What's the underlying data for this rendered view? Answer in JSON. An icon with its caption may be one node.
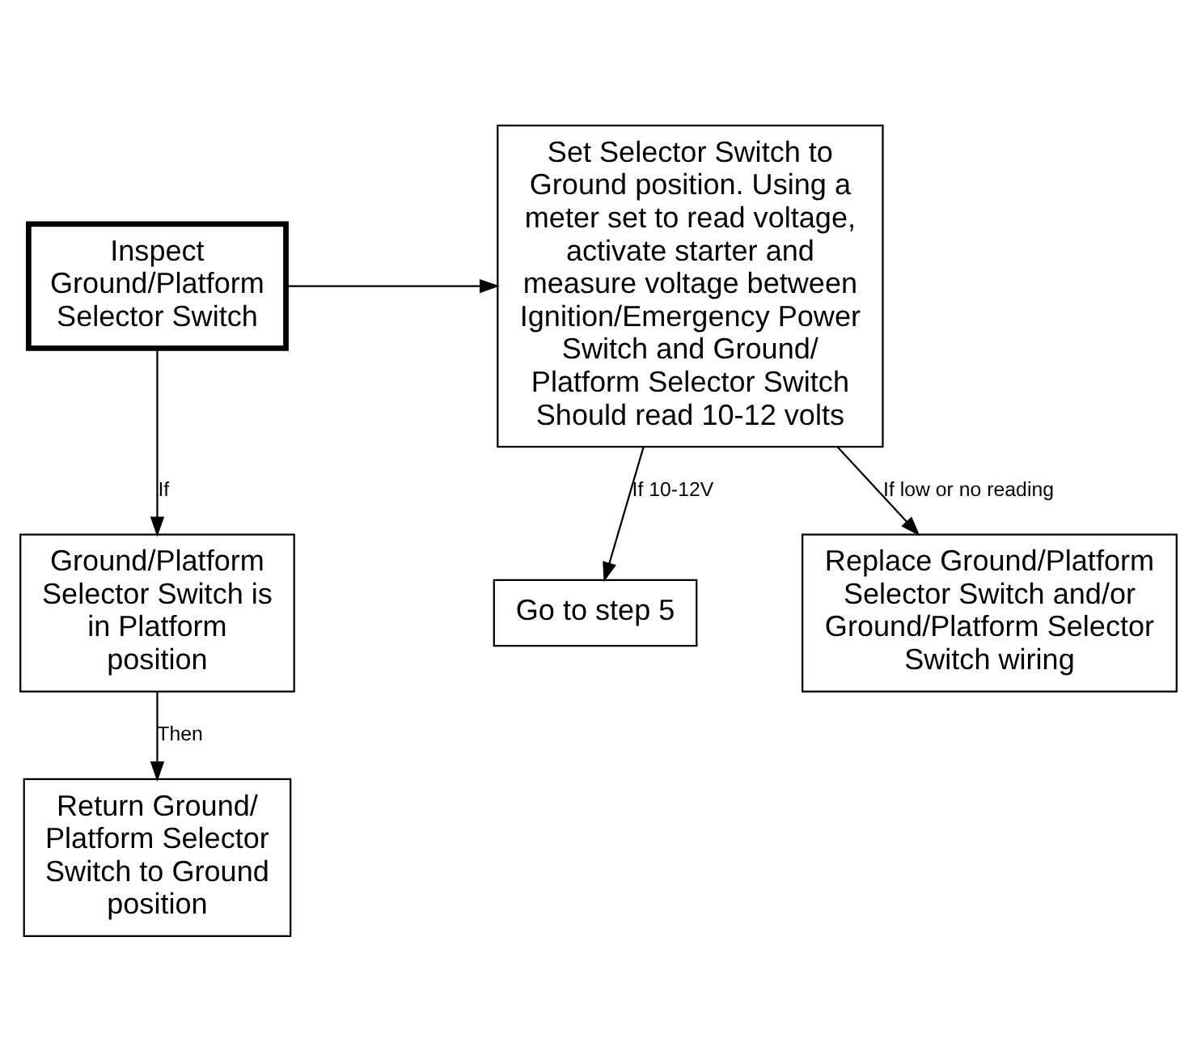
{
  "diagram": {
    "nodes": [
      {
        "text": [
          "Inspect Ground/Platform Selector Switch"
        ]
      },
      {
        "text": [
          "Ground/Platform Selector Switch is in Platform position"
        ]
      },
      {
        "text": [
          "Return Ground/ Platform Selector Switch to Ground position"
        ]
      },
      {
        "text": [
          "Set Selector Switch to Ground position. Using a meter set to read voltage, activate starter and measure voltage between Ignition/Emergency Power Switch and Ground/ Platform Selector Switch Should read 10-12 volts"
        ]
      },
      {
        "text": [
          "Go to step 5"
        ]
      },
      {
        "text": [
          "Replace Ground/Platform Selector Switch and/or Ground/Platform Selector Switch wiring"
        ]
      }
    ],
    "edges": [
      {
        "from": 0,
        "to": 1,
        "arrow": "to",
        "label": "If"
      },
      {
        "from": 1,
        "to": 2,
        "arrow": "to",
        "label": "Then"
      },
      {
        "from": 0,
        "to": 3,
        "arrow": "to"
      },
      {
        "from": 3,
        "to": 4,
        "arrow": "to",
        "label": "If 10-12V"
      },
      {
        "from": 3,
        "to": 5,
        "arrow": "to",
        "label": "If low or no reading"
      }
    ]
  }
}
